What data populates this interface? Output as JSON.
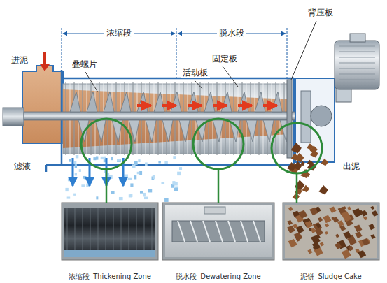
{
  "diagram": {
    "nodes": [
      {
        "text": [
          "浓缩段",
          "Thickening Zone"
        ]
      },
      {
        "text": [
          "脱水段",
          "Dewatering Zone"
        ]
      },
      {
        "text": [
          "泥饼",
          "Sludge Cake"
        ]
      }
    ],
    "labels": [
      "背压板",
      "浓缩段",
      "脱水段",
      "进泥",
      "固定板",
      "叠螺片",
      "活动板",
      "滤液",
      "出泥"
    ]
  }
}
